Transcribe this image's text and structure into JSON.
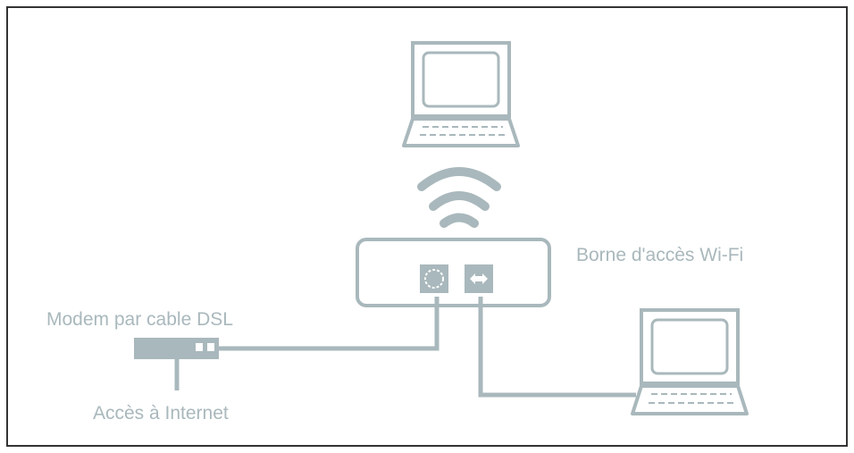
{
  "labels": {
    "access_point": "Borne d'accès Wi-Fi",
    "modem": "Modem par cable DSL",
    "internet": "Accès à Internet"
  },
  "colors": {
    "line": "#a9b8bc",
    "frame": "#333333",
    "background": "#ffffff"
  }
}
